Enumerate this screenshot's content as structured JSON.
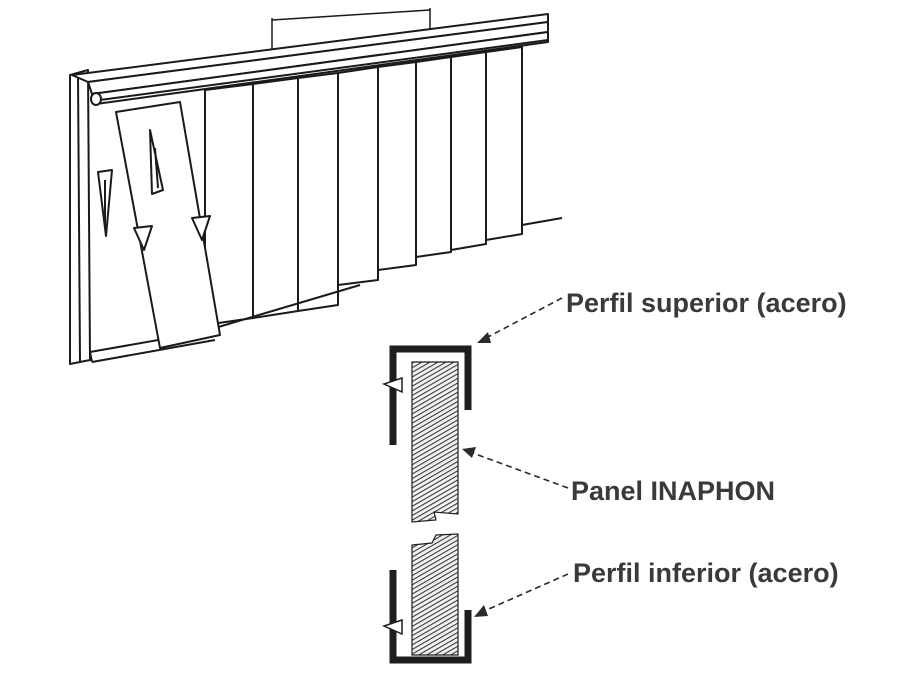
{
  "labels": {
    "top_profile": "Perfil superior (acero)",
    "panel": "Panel INAPHON",
    "bottom_profile": "Perfil inferior (acero)"
  },
  "colors": {
    "line": "#1a1a1a",
    "steel": "#1e1e1e",
    "label_text": "#3a3a3a",
    "panel_hatch": "#555555"
  },
  "icons": {
    "down_arrow": "down-arrow-icon",
    "up_arrow": "up-arrow-icon"
  }
}
